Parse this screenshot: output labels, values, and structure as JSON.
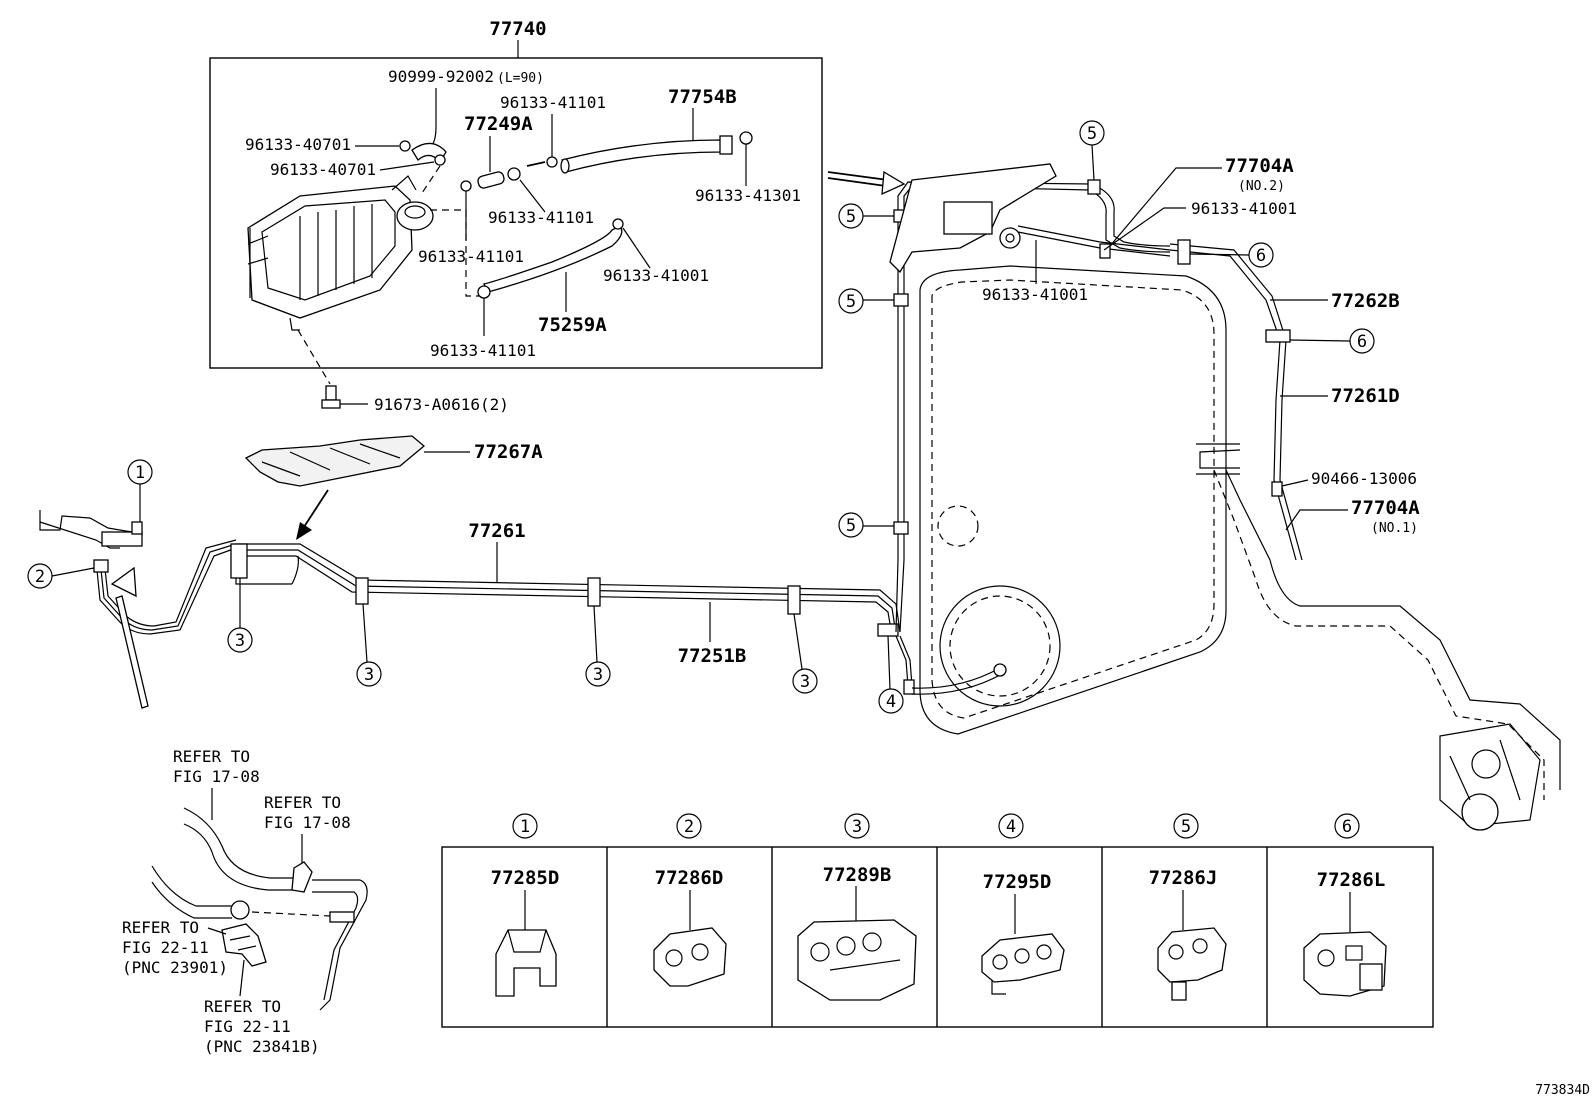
{
  "kit_label": "77740",
  "labels": {
    "hose_90999": "90999-92002",
    "hose_90999_note": "(L=90)",
    "clamp_40701_a": "96133-40701",
    "clamp_40701_b": "96133-40701",
    "hose_77249A": "77249A",
    "clamp_41101_top": "96133-41101",
    "hose_77754B": "77754B",
    "clamp_41301": "96133-41301",
    "clamp_41101_mid": "96133-41101",
    "clamp_41101_left": "96133-41101",
    "clamp_41001_kit": "96133-41001",
    "hose_75259A": "75259A",
    "clamp_41101_bottom": "96133-41101",
    "bolt_91673": "91673-A0616(2)",
    "protector_77267A": "77267A",
    "pipe_77261": "77261",
    "pipe_77251B": "77251B",
    "hose_77704A_no2": "77704A",
    "hose_77704A_no2_note": "(NO.2)",
    "clamp_41001_right": "96133-41001",
    "clamp_41001_tank": "96133-41001",
    "pipe_77262B": "77262B",
    "pipe_77261D": "77261D",
    "clip_90466": "90466-13006",
    "hose_77704A_no1": "77704A",
    "hose_77704A_no1_note": "(NO.1)"
  },
  "callouts": [
    "1",
    "2",
    "3",
    "4",
    "5",
    "6"
  ],
  "refer_notes": {
    "ref1_line1": "REFER TO",
    "ref1_line2": "FIG 17-08",
    "ref2_line1": "REFER TO",
    "ref2_line2": "FIG 17-08",
    "ref3_line1": "REFER TO",
    "ref3_line2": "FIG 22-11",
    "ref3_line3": "(PNC 23901)",
    "ref4_line1": "REFER TO",
    "ref4_line2": "FIG 22-11",
    "ref4_line3": "(PNC 23841B)"
  },
  "clip_table": [
    {
      "callout": "1",
      "part": "77285D"
    },
    {
      "callout": "2",
      "part": "77286D"
    },
    {
      "callout": "3",
      "part": "77289B"
    },
    {
      "callout": "4",
      "part": "77295D"
    },
    {
      "callout": "5",
      "part": "77286J"
    },
    {
      "callout": "6",
      "part": "77286L"
    }
  ],
  "diagram_id": "773834D"
}
